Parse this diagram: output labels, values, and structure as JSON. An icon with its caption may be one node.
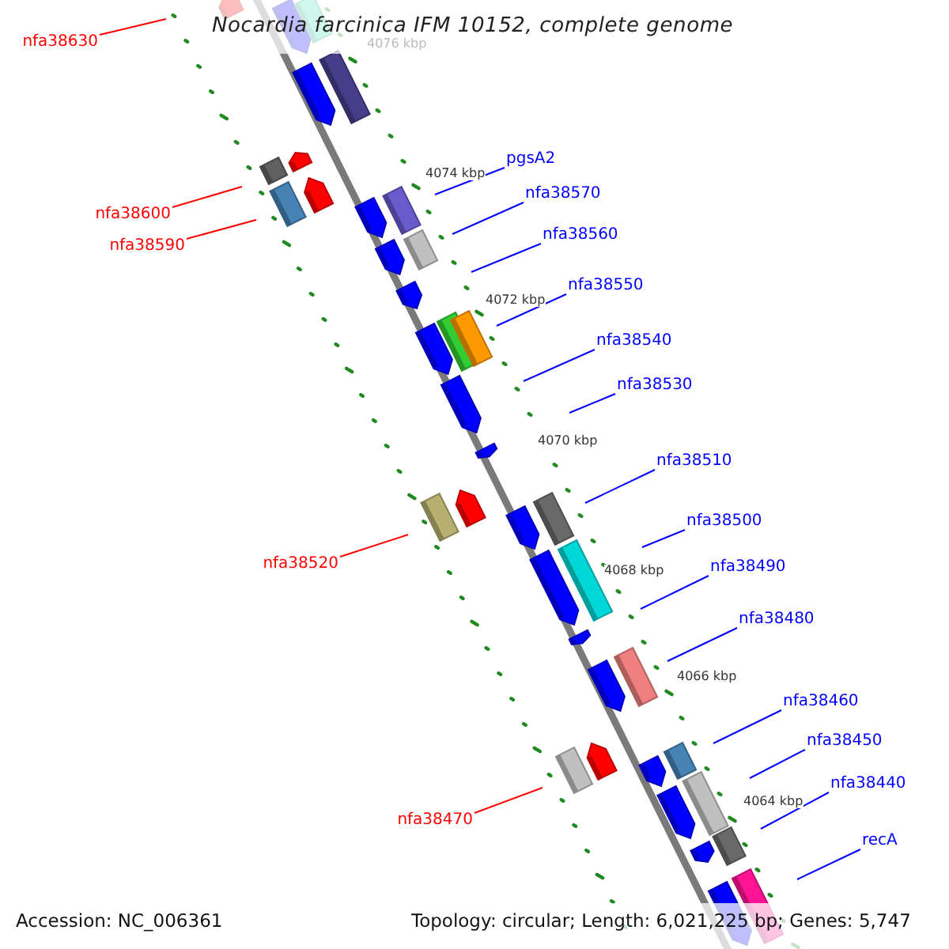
{
  "diagram": {
    "title": "Nocardia farcinica IFM 10152, complete genome",
    "nodes": [
      {
        "text": [
          "nfa38630"
        ]
      },
      {
        "text": [
          "pgsA2"
        ]
      },
      {
        "text": [
          "nfa38570"
        ]
      },
      {
        "text": [
          "nfa38600"
        ]
      },
      {
        "text": [
          "nfa38560"
        ]
      },
      {
        "text": [
          "nfa38590"
        ]
      },
      {
        "text": [
          "nfa38550"
        ]
      },
      {
        "text": [
          "nfa38540"
        ]
      },
      {
        "text": [
          "nfa38530"
        ]
      },
      {
        "text": [
          "nfa38510"
        ]
      },
      {
        "text": [
          "nfa38500"
        ]
      },
      {
        "text": [
          "nfa38520"
        ]
      },
      {
        "text": [
          "nfa38490"
        ]
      },
      {
        "text": [
          "nfa38480"
        ]
      },
      {
        "text": [
          "nfa38460"
        ]
      },
      {
        "text": [
          "nfa38450"
        ]
      },
      {
        "text": [
          "nfa38440"
        ]
      },
      {
        "text": [
          "nfa38470"
        ]
      },
      {
        "text": [
          "recA"
        ]
      }
    ],
    "edges": [
      {
        "from": 0,
        "to": null,
        "arrow": "none",
        "color": "#ff0000"
      },
      {
        "from": 1,
        "to": null,
        "arrow": "none"
      },
      {
        "from": 2,
        "to": null,
        "arrow": "none"
      },
      {
        "from": 3,
        "to": null,
        "arrow": "none",
        "color": "#ff0000"
      },
      {
        "from": 4,
        "to": null,
        "arrow": "none"
      },
      {
        "from": 5,
        "to": null,
        "arrow": "none",
        "color": "#ff0000"
      },
      {
        "from": 6,
        "to": null,
        "arrow": "none"
      },
      {
        "from": 7,
        "to": null,
        "arrow": "none"
      },
      {
        "from": 8,
        "to": null,
        "arrow": "none"
      },
      {
        "from": 9,
        "to": null,
        "arrow": "none"
      },
      {
        "from": 10,
        "to": null,
        "arrow": "none"
      },
      {
        "from": 11,
        "to": null,
        "arrow": "none",
        "color": "#ff0000"
      },
      {
        "from": 12,
        "to": null,
        "arrow": "none"
      },
      {
        "from": 13,
        "to": null,
        "arrow": "none"
      },
      {
        "from": 14,
        "to": null,
        "arrow": "none"
      },
      {
        "from": 15,
        "to": null,
        "arrow": "none"
      },
      {
        "from": 16,
        "to": null,
        "arrow": "none"
      },
      {
        "from": 17,
        "to": null,
        "arrow": "none",
        "color": "#ff0000"
      },
      {
        "from": 18,
        "to": null,
        "arrow": "none"
      }
    ],
    "labels": [
      "4076 kbp",
      "4074 kbp",
      "4072 kbp",
      "4070 kbp",
      "4068 kbp",
      "4066 kbp",
      "4064 kbp",
      "Accession: NC_006361",
      "Topology: circular; Length: 6,021,225 bp; Genes: 5,747"
    ]
  }
}
